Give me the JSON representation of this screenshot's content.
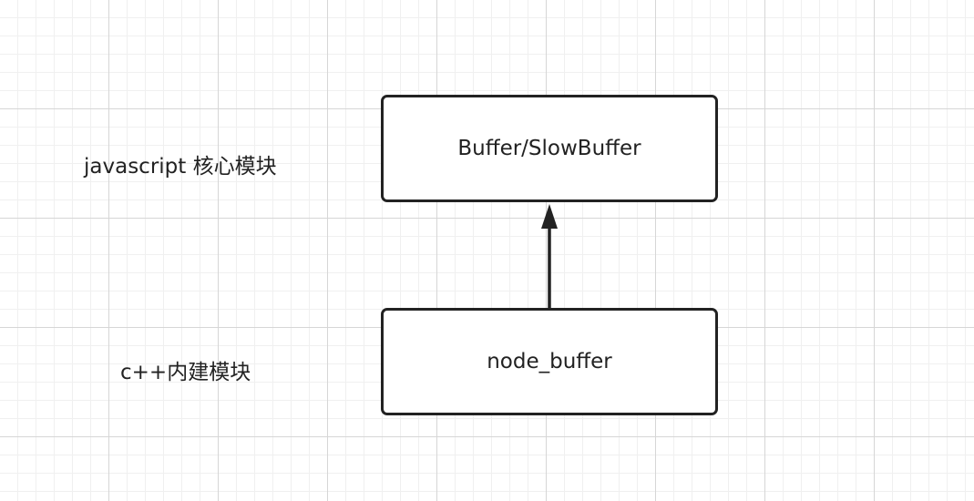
{
  "layers": {
    "javascript_label": "javascript 核心模块",
    "cpp_label": "c++内建模块"
  },
  "nodes": {
    "top": "Buffer/SlowBuffer",
    "bottom": "node_buffer"
  },
  "edge": {
    "from": "node_buffer",
    "to": "Buffer/SlowBuffer",
    "color": "#222222"
  }
}
